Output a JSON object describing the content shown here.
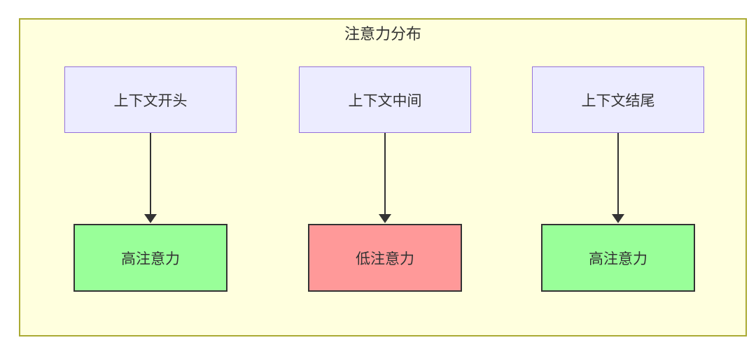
{
  "diagram": {
    "title": "注意力分布",
    "colors": {
      "container_fill": "#ffffde",
      "container_border": "#aaaa33",
      "node_fill": "#ececff",
      "node_border": "#9370db",
      "high_fill": "#99ff99",
      "low_fill": "#ff9999",
      "result_border": "#333333",
      "arrow_color": "#333333",
      "text_color": "#333333"
    },
    "columns": [
      {
        "source": "上下文开头",
        "result": "高注意力",
        "level": "high"
      },
      {
        "source": "上下文中间",
        "result": "低注意力",
        "level": "low"
      },
      {
        "source": "上下文结尾",
        "result": "高注意力",
        "level": "high"
      }
    ]
  }
}
